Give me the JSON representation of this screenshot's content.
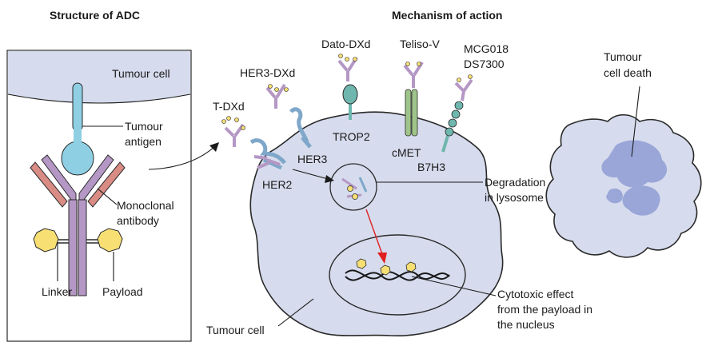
{
  "headings": {
    "structure": "Structure of ADC",
    "mechanism": "Mechanism of action"
  },
  "structure_panel": {
    "tumour_cell": "Tumour cell",
    "tumour_antigen_1": "Tumour",
    "tumour_antigen_2": "antigen",
    "antibody_1": "Monoclonal",
    "antibody_2": "antibody",
    "linker": "Linker",
    "payload": "Payload"
  },
  "drugs": {
    "t_dxd": "T-DXd",
    "her3_dxd": "HER3-DXd",
    "dato_dxd": "Dato-DXd",
    "teliso_v": "Teliso-V",
    "mcg018": "MCG018",
    "ds7300": "DS7300"
  },
  "receptors": {
    "her2": "HER2",
    "her3": "HER3",
    "trop2": "TROP2",
    "cmet": "cMET",
    "b7h3": "B7H3"
  },
  "mechanism": {
    "degradation_1": "Degradation",
    "degradation_2": "in lysosome",
    "cytotoxic_1": "Cytotoxic effect",
    "cytotoxic_2": "from the payload in",
    "cytotoxic_3": "the nucleus",
    "tumour_cell": "Tumour cell",
    "death_1": "Tumour",
    "death_2": "cell death"
  },
  "colors": {
    "cell_fill": "#d6dced",
    "cell_stroke": "#2a2a2a",
    "antibody": "#b497c4",
    "antibody_arm": "#d98c84",
    "antigen": "#8fcfe3",
    "payload": "#f7df74",
    "trop2": "#6fb7ae",
    "cmet": "#9fc48a",
    "her": "#7fa7c9",
    "arrow_red": "#e02020",
    "death_blob": "#9aa6d8"
  }
}
